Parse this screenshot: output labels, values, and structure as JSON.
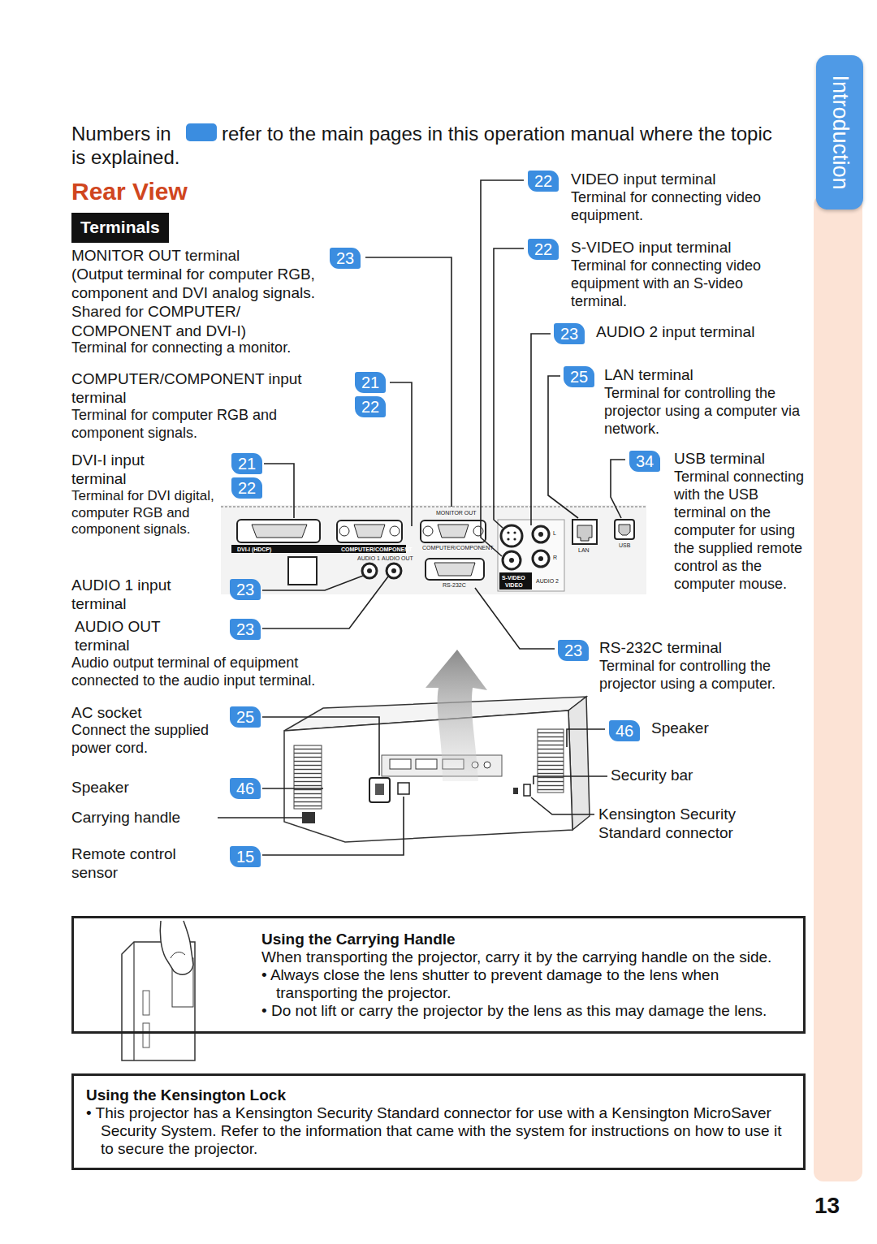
{
  "diagram": {
    "title": "Rear View",
    "nodes": [
      {
        "text": [
          "Introduction"
        ]
      },
      {
        "text": [
          "Terminals"
        ]
      },
      {
        "text": [
          "Using the Carrying Handle",
          "When transporting the projector, carry it by the carrying handle on the side.",
          "• Always close the lens shutter to prevent damage to the lens when transporting the projector.",
          "• Do not lift or carry the projector by the lens as this may damage the lens."
        ]
      },
      {
        "text": [
          "Using the Kensington Lock",
          "• This projector has a Kensington Security Standard connector for use with a Kensington MicroSaver Security System. Refer to the information that came with the system for instructions on how to use it to secure the projector."
        ]
      }
    ],
    "labels": [
      "Numbers in",
      "refer to the main pages in this operation manual where the topic is explained.",
      "MONITOR OUT terminal",
      "23",
      "(Output terminal for computer RGB, component and DVI analog signals. Shared for COMPUTER/ COMPONENT and DVI-I)",
      "Terminal for connecting a monitor.",
      "COMPUTER/COMPONENT input terminal",
      "21",
      "22",
      "Terminal for computer RGB and component signals.",
      "DVI-I input terminal",
      "21",
      "22",
      "Terminal for DVI digital, computer RGB and component signals.",
      "AUDIO 1 input terminal",
      "23",
      "AUDIO OUT terminal",
      "23",
      "Audio output terminal of equipment connected to the audio input terminal.",
      "AC socket",
      "25",
      "Connect the supplied power cord.",
      "Speaker",
      "46",
      "Carrying handle",
      "Remote control sensor",
      "15",
      "22",
      "VIDEO input terminal",
      "Terminal for connecting video equipment.",
      "22",
      "S-VIDEO input terminal",
      "Terminal for connecting video equipment with an S-video terminal.",
      "23",
      "AUDIO 2 input terminal",
      "25",
      "LAN terminal",
      "Terminal for controlling the projector using a computer via network.",
      "34",
      "USB terminal",
      "Terminal connecting with the USB terminal on the computer for using the supplied remote control as the computer mouse.",
      "23",
      "RS-232C terminal",
      "Terminal for controlling the projector using a computer.",
      "46",
      "Speaker",
      "Security bar",
      "Kensington Security Standard connector",
      "13",
      "MONITOR OUT",
      "DVI-I (HDCP)",
      "COMPUTER/COMPONENT",
      "COMPUTER/COMPONENT",
      "AUDIO 1",
      "AUDIO OUT",
      "RS-232C",
      "L",
      "R",
      "S-VIDEO",
      "VIDEO",
      "AUDIO 2",
      "LAN",
      "USB"
    ]
  }
}
